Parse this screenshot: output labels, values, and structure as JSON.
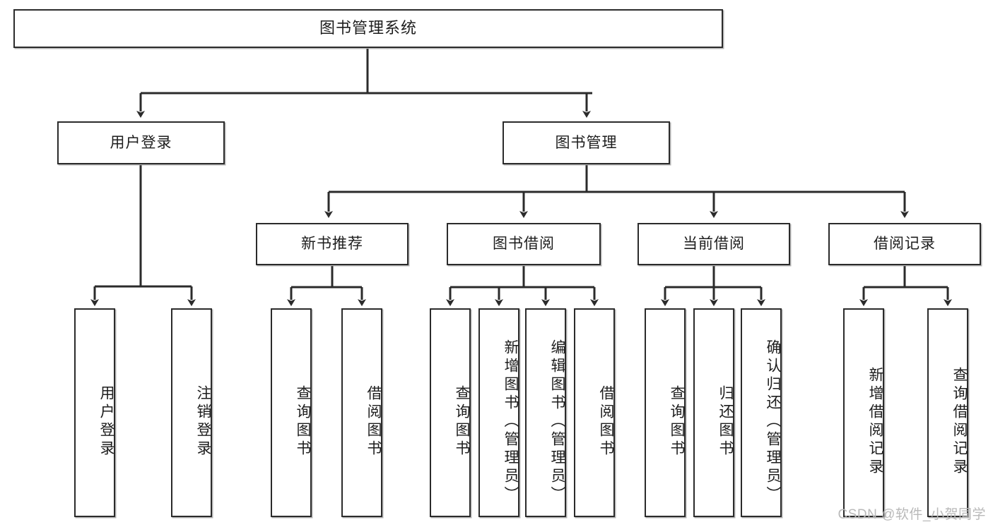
{
  "diagram": {
    "type": "tree",
    "title": "图书管理系统",
    "orientation": "top-down",
    "colors": {
      "box_border": "#2b2b2b",
      "box_fill": "#ffffff",
      "connector": "#2b2b2b",
      "text": "#1d1d1d",
      "watermark": "#b9b9b9"
    },
    "levels": {
      "root": {
        "label": "图书管理系统"
      },
      "level2": [
        {
          "id": "user-login",
          "label": "用户登录"
        },
        {
          "id": "book-management",
          "label": "图书管理"
        }
      ],
      "level3": [
        {
          "id": "new-book-recommend",
          "label": "新书推荐",
          "parent": "book-management"
        },
        {
          "id": "book-borrow",
          "label": "图书借阅",
          "parent": "book-management"
        },
        {
          "id": "current-borrow",
          "label": "当前借阅",
          "parent": "book-management"
        },
        {
          "id": "borrow-record",
          "label": "借阅记录",
          "parent": "book-management"
        }
      ],
      "leaves": [
        {
          "id": "leaf-user-login",
          "label": "用户登录",
          "parent": "user-login"
        },
        {
          "id": "leaf-logout",
          "label": "注销登录",
          "parent": "user-login"
        },
        {
          "id": "leaf-query-book-1",
          "label": "查询图书",
          "parent": "new-book-recommend"
        },
        {
          "id": "leaf-borrow-book-1",
          "label": "借阅图书",
          "parent": "new-book-recommend"
        },
        {
          "id": "leaf-query-book-2",
          "label": "查询图书",
          "parent": "book-borrow"
        },
        {
          "id": "leaf-add-book",
          "label": "新增图书（管理员）",
          "parent": "book-borrow"
        },
        {
          "id": "leaf-edit-book",
          "label": "编辑图书（管理员）",
          "parent": "book-borrow"
        },
        {
          "id": "leaf-borrow-book-2",
          "label": "借阅图书",
          "parent": "book-borrow"
        },
        {
          "id": "leaf-query-book-3",
          "label": "查询图书",
          "parent": "current-borrow"
        },
        {
          "id": "leaf-return-book",
          "label": "归还图书",
          "parent": "current-borrow"
        },
        {
          "id": "leaf-confirm-return",
          "label": "确认归还（管理员）",
          "parent": "current-borrow"
        },
        {
          "id": "leaf-add-record",
          "label": "新增借阅记录",
          "parent": "borrow-record"
        },
        {
          "id": "leaf-query-record",
          "label": "查询借阅记录",
          "parent": "borrow-record"
        }
      ]
    }
  },
  "watermark": {
    "text": "CSDN @软件_小贺同学"
  }
}
